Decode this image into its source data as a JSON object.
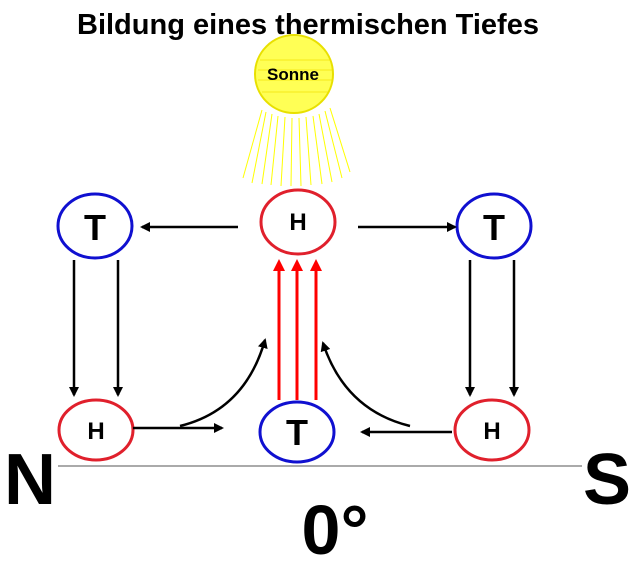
{
  "title": "Bildung eines thermischen Tiefes",
  "sun": {
    "label": "Sonne",
    "fill_color": "#ffff55",
    "ray_color": "#ffff00"
  },
  "nodes": {
    "top_left": "T",
    "top_center": "H",
    "top_right": "T",
    "bottom_left": "H",
    "bottom_center": "T",
    "bottom_right": "H"
  },
  "labels": {
    "north": "N",
    "south": "S",
    "equator": "0°"
  },
  "colors": {
    "high": "#e0202c",
    "low": "#1010d0",
    "arrow": "#000000",
    "updraft": "#ff0000"
  }
}
